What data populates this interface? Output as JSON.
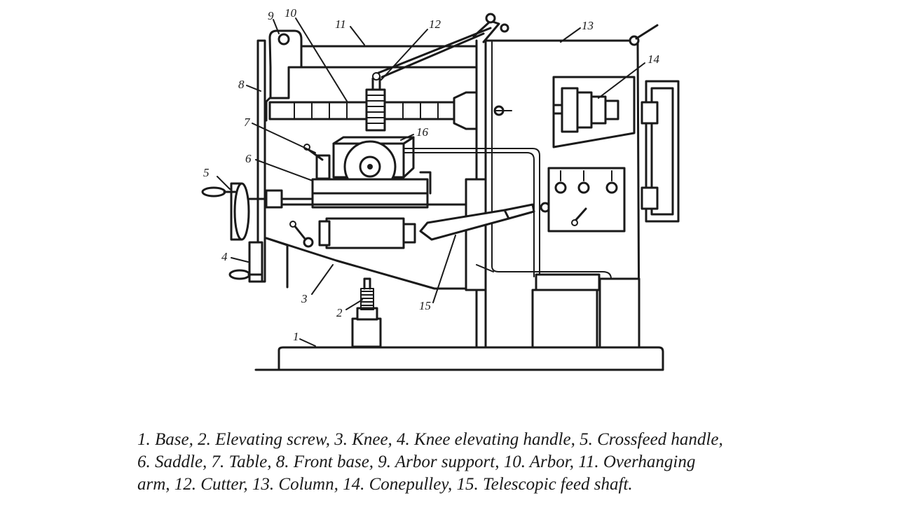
{
  "callouts": {
    "base": "1",
    "elevating_screw": "2",
    "knee": "3",
    "knee_elevating_handle": "4",
    "crossfeed_handle": "5",
    "saddle": "6",
    "table": "7",
    "front_base": "8",
    "arbor_support": "9",
    "arbor": "10",
    "overhanging_arm": "11",
    "cutter": "12",
    "column": "13",
    "conepulley": "14",
    "telescopic_feed_shaft": "15",
    "part_16": "16"
  },
  "caption": {
    "line1": "1. Base, 2. Elevating screw, 3. Knee, 4. Knee elevating handle, 5. Crossfeed handle,",
    "line2": "6. Saddle, 7. Table, 8. Front base, 9. Arbor support, 10. Arbor, 11. Overhanging",
    "line3": "arm, 12. Cutter, 13. Column, 14. Conepulley, 15. Telescopic feed shaft."
  }
}
